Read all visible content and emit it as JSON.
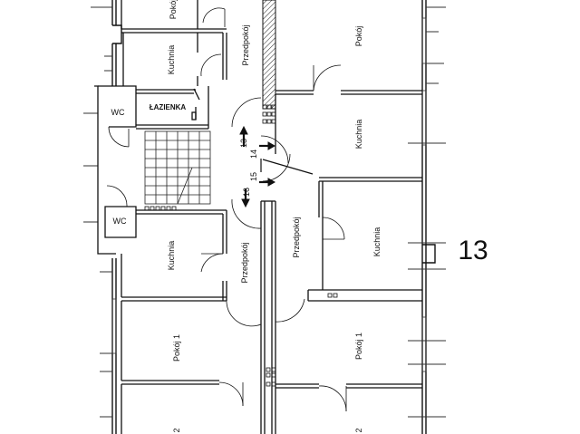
{
  "plan": {
    "number": "13",
    "rooms": {
      "pokoj_top_left": "Pokój",
      "kuchnia_top_left": "Kuchnia",
      "przedpokoj_top": "Przedpokój",
      "pokoj_top_right": "Pokój",
      "lazienka": "ŁAZIENKA",
      "wc_upper": "WC",
      "kuchnia_right_upper": "Kuchnia",
      "wc_lower": "WC",
      "kuchnia_left_lower": "Kuchnia",
      "przedpokoj_left_lower": "Przedpokój",
      "przedpokoj_center": "Przedpokój",
      "kuchnia_right_lower": "Kuchnia",
      "pokoj1_left": "Pokój 1",
      "pokoj1_right": "Pokój 1",
      "pokoj2_left": "2",
      "pokoj2_right": "2"
    },
    "arrows": {
      "n13": "13",
      "n14": "14",
      "n15": "15",
      "n16": "16"
    }
  }
}
